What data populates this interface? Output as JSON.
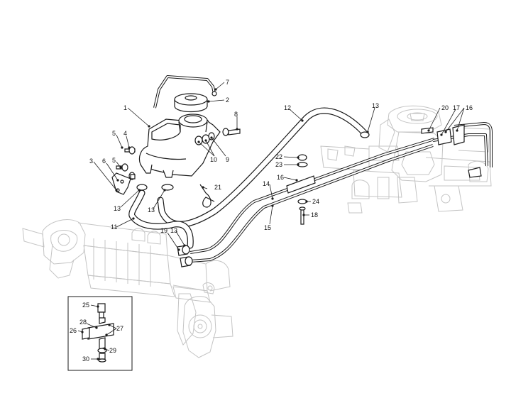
{
  "callouts": [
    {
      "id": "1",
      "text": "1"
    },
    {
      "id": "2",
      "text": "2"
    },
    {
      "id": "3",
      "text": "3"
    },
    {
      "id": "4",
      "text": "4"
    },
    {
      "id": "5a",
      "text": "5"
    },
    {
      "id": "5b",
      "text": "5"
    },
    {
      "id": "6",
      "text": "6"
    },
    {
      "id": "7",
      "text": "7"
    },
    {
      "id": "8",
      "text": "8"
    },
    {
      "id": "9",
      "text": "9"
    },
    {
      "id": "10",
      "text": "10"
    },
    {
      "id": "11",
      "text": "11"
    },
    {
      "id": "12",
      "text": "12"
    },
    {
      "id": "13a",
      "text": "13"
    },
    {
      "id": "13b",
      "text": "13"
    },
    {
      "id": "13c",
      "text": "13"
    },
    {
      "id": "13d",
      "text": "13"
    },
    {
      "id": "14",
      "text": "14"
    },
    {
      "id": "15",
      "text": "15"
    },
    {
      "id": "16a",
      "text": "16"
    },
    {
      "id": "16b",
      "text": "16"
    },
    {
      "id": "17",
      "text": "17"
    },
    {
      "id": "18",
      "text": "18"
    },
    {
      "id": "19",
      "text": "19"
    },
    {
      "id": "20",
      "text": "20"
    },
    {
      "id": "21",
      "text": "21"
    },
    {
      "id": "22",
      "text": "22"
    },
    {
      "id": "23",
      "text": "23"
    },
    {
      "id": "24",
      "text": "24"
    },
    {
      "id": "25",
      "text": "25"
    },
    {
      "id": "26",
      "text": "26"
    },
    {
      "id": "27",
      "text": "27"
    },
    {
      "id": "28",
      "text": "28"
    },
    {
      "id": "29",
      "text": "29"
    },
    {
      "id": "30",
      "text": "30"
    }
  ]
}
